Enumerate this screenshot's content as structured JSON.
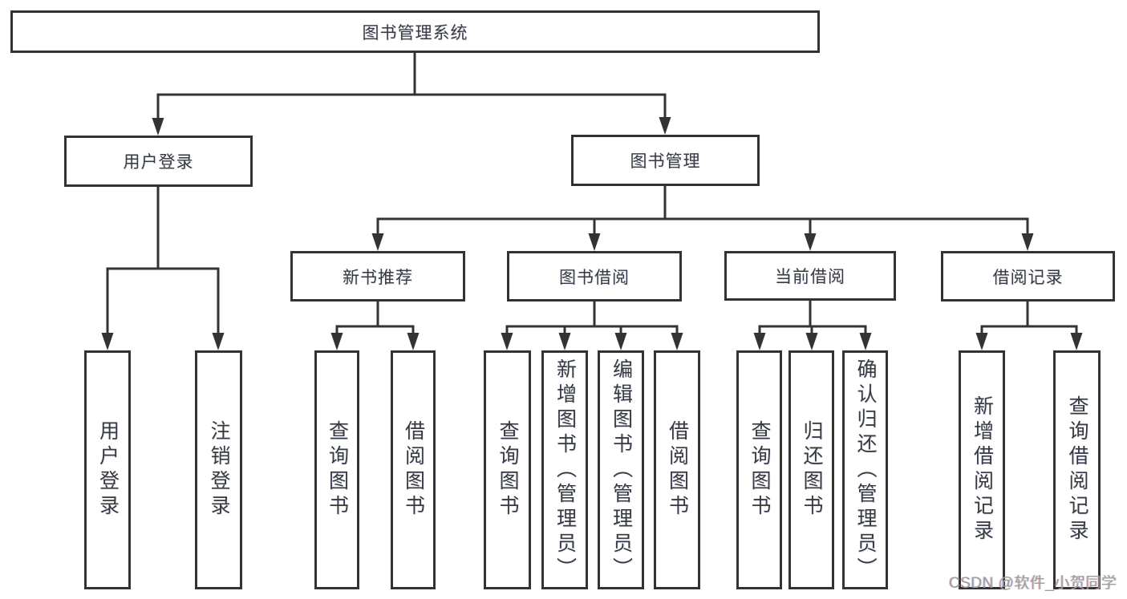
{
  "tree": {
    "root": {
      "label": "图书管理系统",
      "children": [
        {
          "label": "用户登录",
          "children": [
            {
              "label": "用户登录"
            },
            {
              "label": "注销登录"
            }
          ]
        },
        {
          "label": "图书管理",
          "children": [
            {
              "label": "新书推荐",
              "children": [
                {
                  "label": "查询图书"
                },
                {
                  "label": "借阅图书"
                }
              ]
            },
            {
              "label": "图书借阅",
              "children": [
                {
                  "label": "查询图书"
                },
                {
                  "label": "新增图书（管理员）"
                },
                {
                  "label": "编辑图书（管理员）"
                },
                {
                  "label": "借阅图书"
                }
              ]
            },
            {
              "label": "当前借阅",
              "children": [
                {
                  "label": "查询图书"
                },
                {
                  "label": "归还图书"
                },
                {
                  "label": "确认归还（管理员）"
                }
              ]
            },
            {
              "label": "借阅记录",
              "children": [
                {
                  "label": "新增借阅记录"
                },
                {
                  "label": "查询借阅记录"
                }
              ]
            }
          ]
        }
      ]
    }
  },
  "watermark": {
    "text": "CSDN @软件_小贺同学"
  },
  "colors": {
    "line": "#333333",
    "text": "#3a3a3a",
    "watermark": "#9e9e9e",
    "background": "#ffffff"
  }
}
